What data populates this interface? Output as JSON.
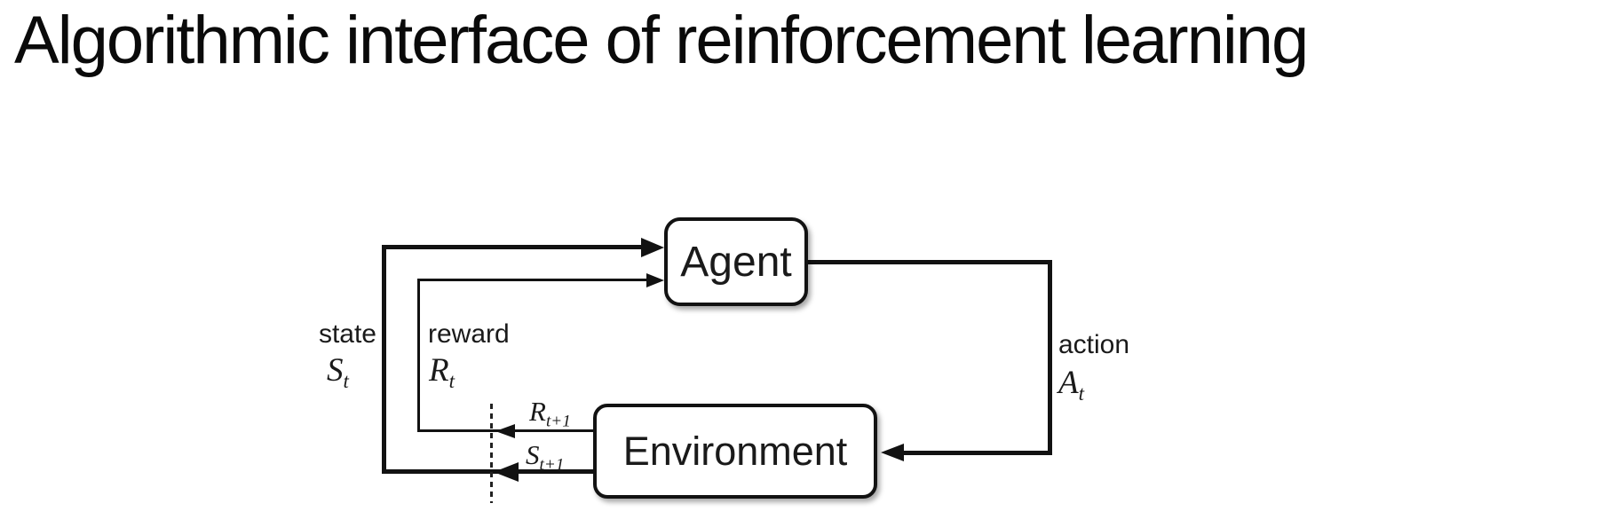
{
  "title": "Algorithmic interface of reinforcement learning",
  "colors": {
    "ink": "#121212",
    "background": "#ffffff"
  },
  "diagram": {
    "agent": {
      "label": "Agent"
    },
    "environment": {
      "label": "Environment"
    },
    "state": {
      "label": "state",
      "symbol": "S",
      "subscript": "t"
    },
    "reward": {
      "label": "reward",
      "symbol": "R",
      "subscript": "t"
    },
    "action": {
      "label": "action",
      "symbol": "A",
      "subscript": "t"
    },
    "next_reward": {
      "symbol": "R",
      "subscript": "t+1"
    },
    "next_state": {
      "symbol": "S",
      "subscript": "t+1"
    }
  }
}
